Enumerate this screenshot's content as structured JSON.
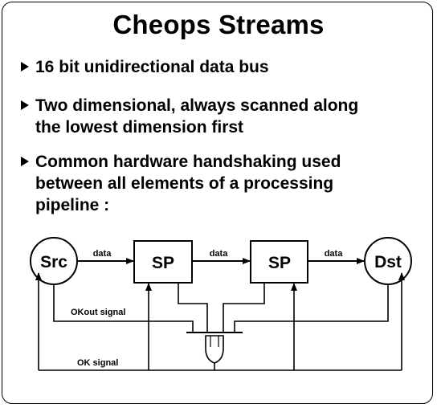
{
  "title": "Cheops Streams",
  "bullets": [
    {
      "line1": "16 bit unidirectional data bus",
      "line2": "",
      "line3": ""
    },
    {
      "line1": "Two dimensional, always scanned along",
      "line2": "the lowest dimension first",
      "line3": ""
    },
    {
      "line1": "Common hardware handshaking used",
      "line2": "between all elements of a processing",
      "line3": "pipeline :"
    }
  ],
  "diagram": {
    "nodes": {
      "src": "Src",
      "sp1": "SP",
      "sp2": "SP",
      "dst": "Dst"
    },
    "edge_labels": {
      "data1": "data",
      "data2": "data",
      "data3": "data",
      "okout": "OKout signal",
      "ok": "OK signal"
    }
  }
}
